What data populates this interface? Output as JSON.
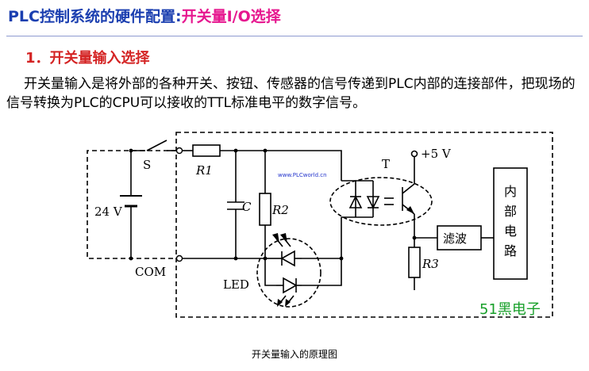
{
  "header": {
    "title_main": "PLC控制系统的硬件配置:",
    "title_highlight": "开关量I/O选择"
  },
  "section": {
    "heading": "1．开关量输入选择",
    "paragraph": "开关量输入是将外部的各种开关、按钮、传感器的信号传递到PLC内部的连接部件，把现场的信号转换为PLC的CPU可以接收的TTL标准电平的数字信号。"
  },
  "diagram": {
    "label_S": "S",
    "label_R1": "R1",
    "label_C": "C",
    "label_R2": "R2",
    "label_24V": "24 V",
    "label_COM": "COM",
    "label_LED": "LED",
    "label_T": "T",
    "label_5V": "+5 V",
    "label_R3": "R3",
    "label_filter": "滤波",
    "label_internal": [
      "内",
      "部",
      "电",
      "路"
    ],
    "url_watermark": "www.PLCworld.cn",
    "brand_watermark": "51黑电子"
  },
  "caption": "开关量输入的原理图"
}
